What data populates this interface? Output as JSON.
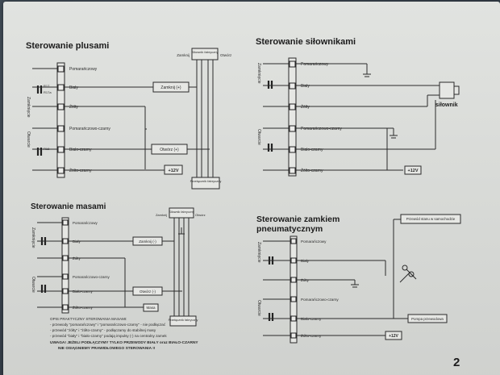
{
  "sections": {
    "windows": {
      "title": "Sterowanie plusami",
      "group1": "Zamknięcie",
      "group2": "Otwarcie",
      "wires": [
        "Pomarańczowy",
        "Biały",
        "Żółty",
        "Pomarańczowo-czarny",
        "Biało-czarny",
        "Żółto-czarny"
      ],
      "lock_box": "Zamknij (+)",
      "unlock_box": "Otwórz (+)",
      "power": "+12V",
      "switch_top": "Siłownik fabryczny",
      "switch_left": "Zamknij",
      "switch_right": "Otwórz",
      "switch_bottom": "Przełącznik fabryczny",
      "r1": "R17",
      "r2": "R18",
      "r3": "R17a"
    },
    "actuators": {
      "title": "Sterowanie siłownikami",
      "group1": "Zamknięcie",
      "group2": "Otwarcie",
      "wires": [
        "Pomarańczowy",
        "Biały",
        "Żółty",
        "Pomarańczowo-czarny",
        "Biało-czarny",
        "Żółto-czarny"
      ],
      "actuator": "siłownik",
      "power": "+12V"
    },
    "grounds": {
      "title": "Sterowanie masami",
      "group1": "Zamknięcie",
      "group2": "Otwarcie",
      "wires": [
        "Pomarańczowy",
        "Biały",
        "Żółty",
        "Pomarańczowo-czarny",
        "Biało-czarny",
        "Żółto-czarny"
      ],
      "lock_box": "Zamknij (-)",
      "unlock_box": "Otwórz (-)",
      "mass": "Masa",
      "switch_top": "Siłownik fabryczny",
      "switch_left": "Zamknij",
      "switch_right": "Otwórz",
      "switch_bottom": "Przełącznik fabryczny",
      "notes": [
        "OPIS PRAKTYCZNY STEROWANIA MASAMI:",
        "- przewody \"pomarańczowy\" i \"pomarańczowo-czarny\" - nie podłączać",
        "- przewód \"żółty\" i \"żółto-czarny\" - podłączamy do stabilnej masy",
        "- przewód \"biały\" i \"biało-czarny\" podają impulsy (-) na centralny zamek",
        "UWAGA! JEŻELI PODŁĄCZYMY TYLKO PRZEWODY BIAŁY oraz BIAŁO-CZARNY",
        "NIE OSIĄGNIEMY PRAWIDŁOWEGO STEROWANIA !!"
      ]
    },
    "pneumatic": {
      "title_line1": "Sterowanie zamkiem",
      "title_line2": "pneumatycznym",
      "group1": "Zamknięcie",
      "group2": "Otwarcie",
      "wires": [
        "Pomarańczowy",
        "Biały",
        "Żółty",
        "Pomarańczowo-czarny",
        "Biało-czarny",
        "Żółto-czarny"
      ],
      "factory_wire": "Przewód stanu w samochodzie",
      "pump": "Pompa przewodowa",
      "power": "+12V"
    }
  },
  "page_number": "2"
}
